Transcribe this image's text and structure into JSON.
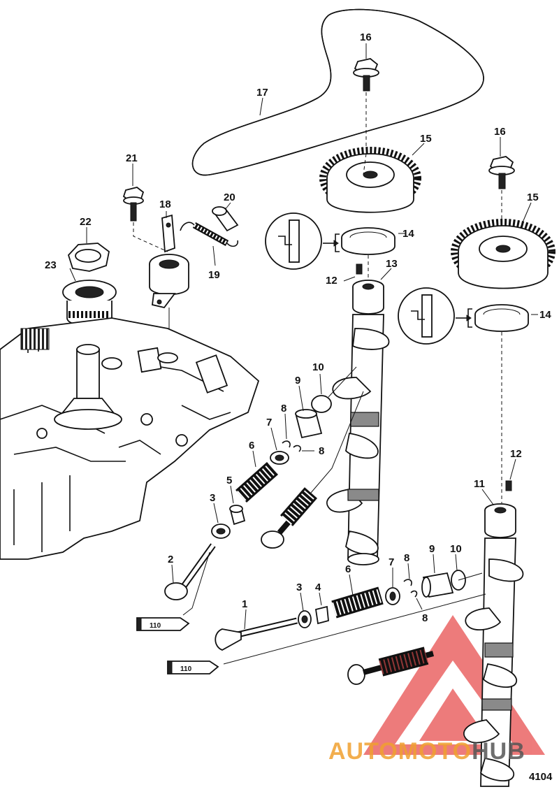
{
  "figure_number": "4104",
  "sealant_label": "110",
  "watermark": {
    "part1": "AUTO",
    "part2": "MOTO",
    "part3": "HUB",
    "color_orange": "#f0a030",
    "color_red": "#e85050"
  },
  "callouts": [
    {
      "id": "c16a",
      "label": "16"
    },
    {
      "id": "c17",
      "label": "17"
    },
    {
      "id": "c15a",
      "label": "15"
    },
    {
      "id": "c16b",
      "label": "16"
    },
    {
      "id": "c15b",
      "label": "15"
    },
    {
      "id": "c21",
      "label": "21"
    },
    {
      "id": "c20",
      "label": "20"
    },
    {
      "id": "c18",
      "label": "18"
    },
    {
      "id": "c22",
      "label": "22"
    },
    {
      "id": "c19",
      "label": "19"
    },
    {
      "id": "c14a",
      "label": "14"
    },
    {
      "id": "c23",
      "label": "23"
    },
    {
      "id": "c12a",
      "label": "12"
    },
    {
      "id": "c13",
      "label": "13"
    },
    {
      "id": "c14b",
      "label": "14"
    },
    {
      "id": "c10a",
      "label": "10"
    },
    {
      "id": "c9a",
      "label": "9"
    },
    {
      "id": "c8a",
      "label": "8"
    },
    {
      "id": "c7a",
      "label": "7"
    },
    {
      "id": "c8b",
      "label": "8"
    },
    {
      "id": "c6a",
      "label": "6"
    },
    {
      "id": "c5",
      "label": "5"
    },
    {
      "id": "c3a",
      "label": "3"
    },
    {
      "id": "c12b",
      "label": "12"
    },
    {
      "id": "c11",
      "label": "11"
    },
    {
      "id": "c2",
      "label": "2"
    },
    {
      "id": "c9b",
      "label": "9"
    },
    {
      "id": "c10b",
      "label": "10"
    },
    {
      "id": "c7b",
      "label": "7"
    },
    {
      "id": "c8c",
      "label": "8"
    },
    {
      "id": "c3b",
      "label": "3"
    },
    {
      "id": "c4",
      "label": "4"
    },
    {
      "id": "c6b",
      "label": "6"
    },
    {
      "id": "c1",
      "label": "1"
    },
    {
      "id": "c8d",
      "label": "8"
    }
  ]
}
